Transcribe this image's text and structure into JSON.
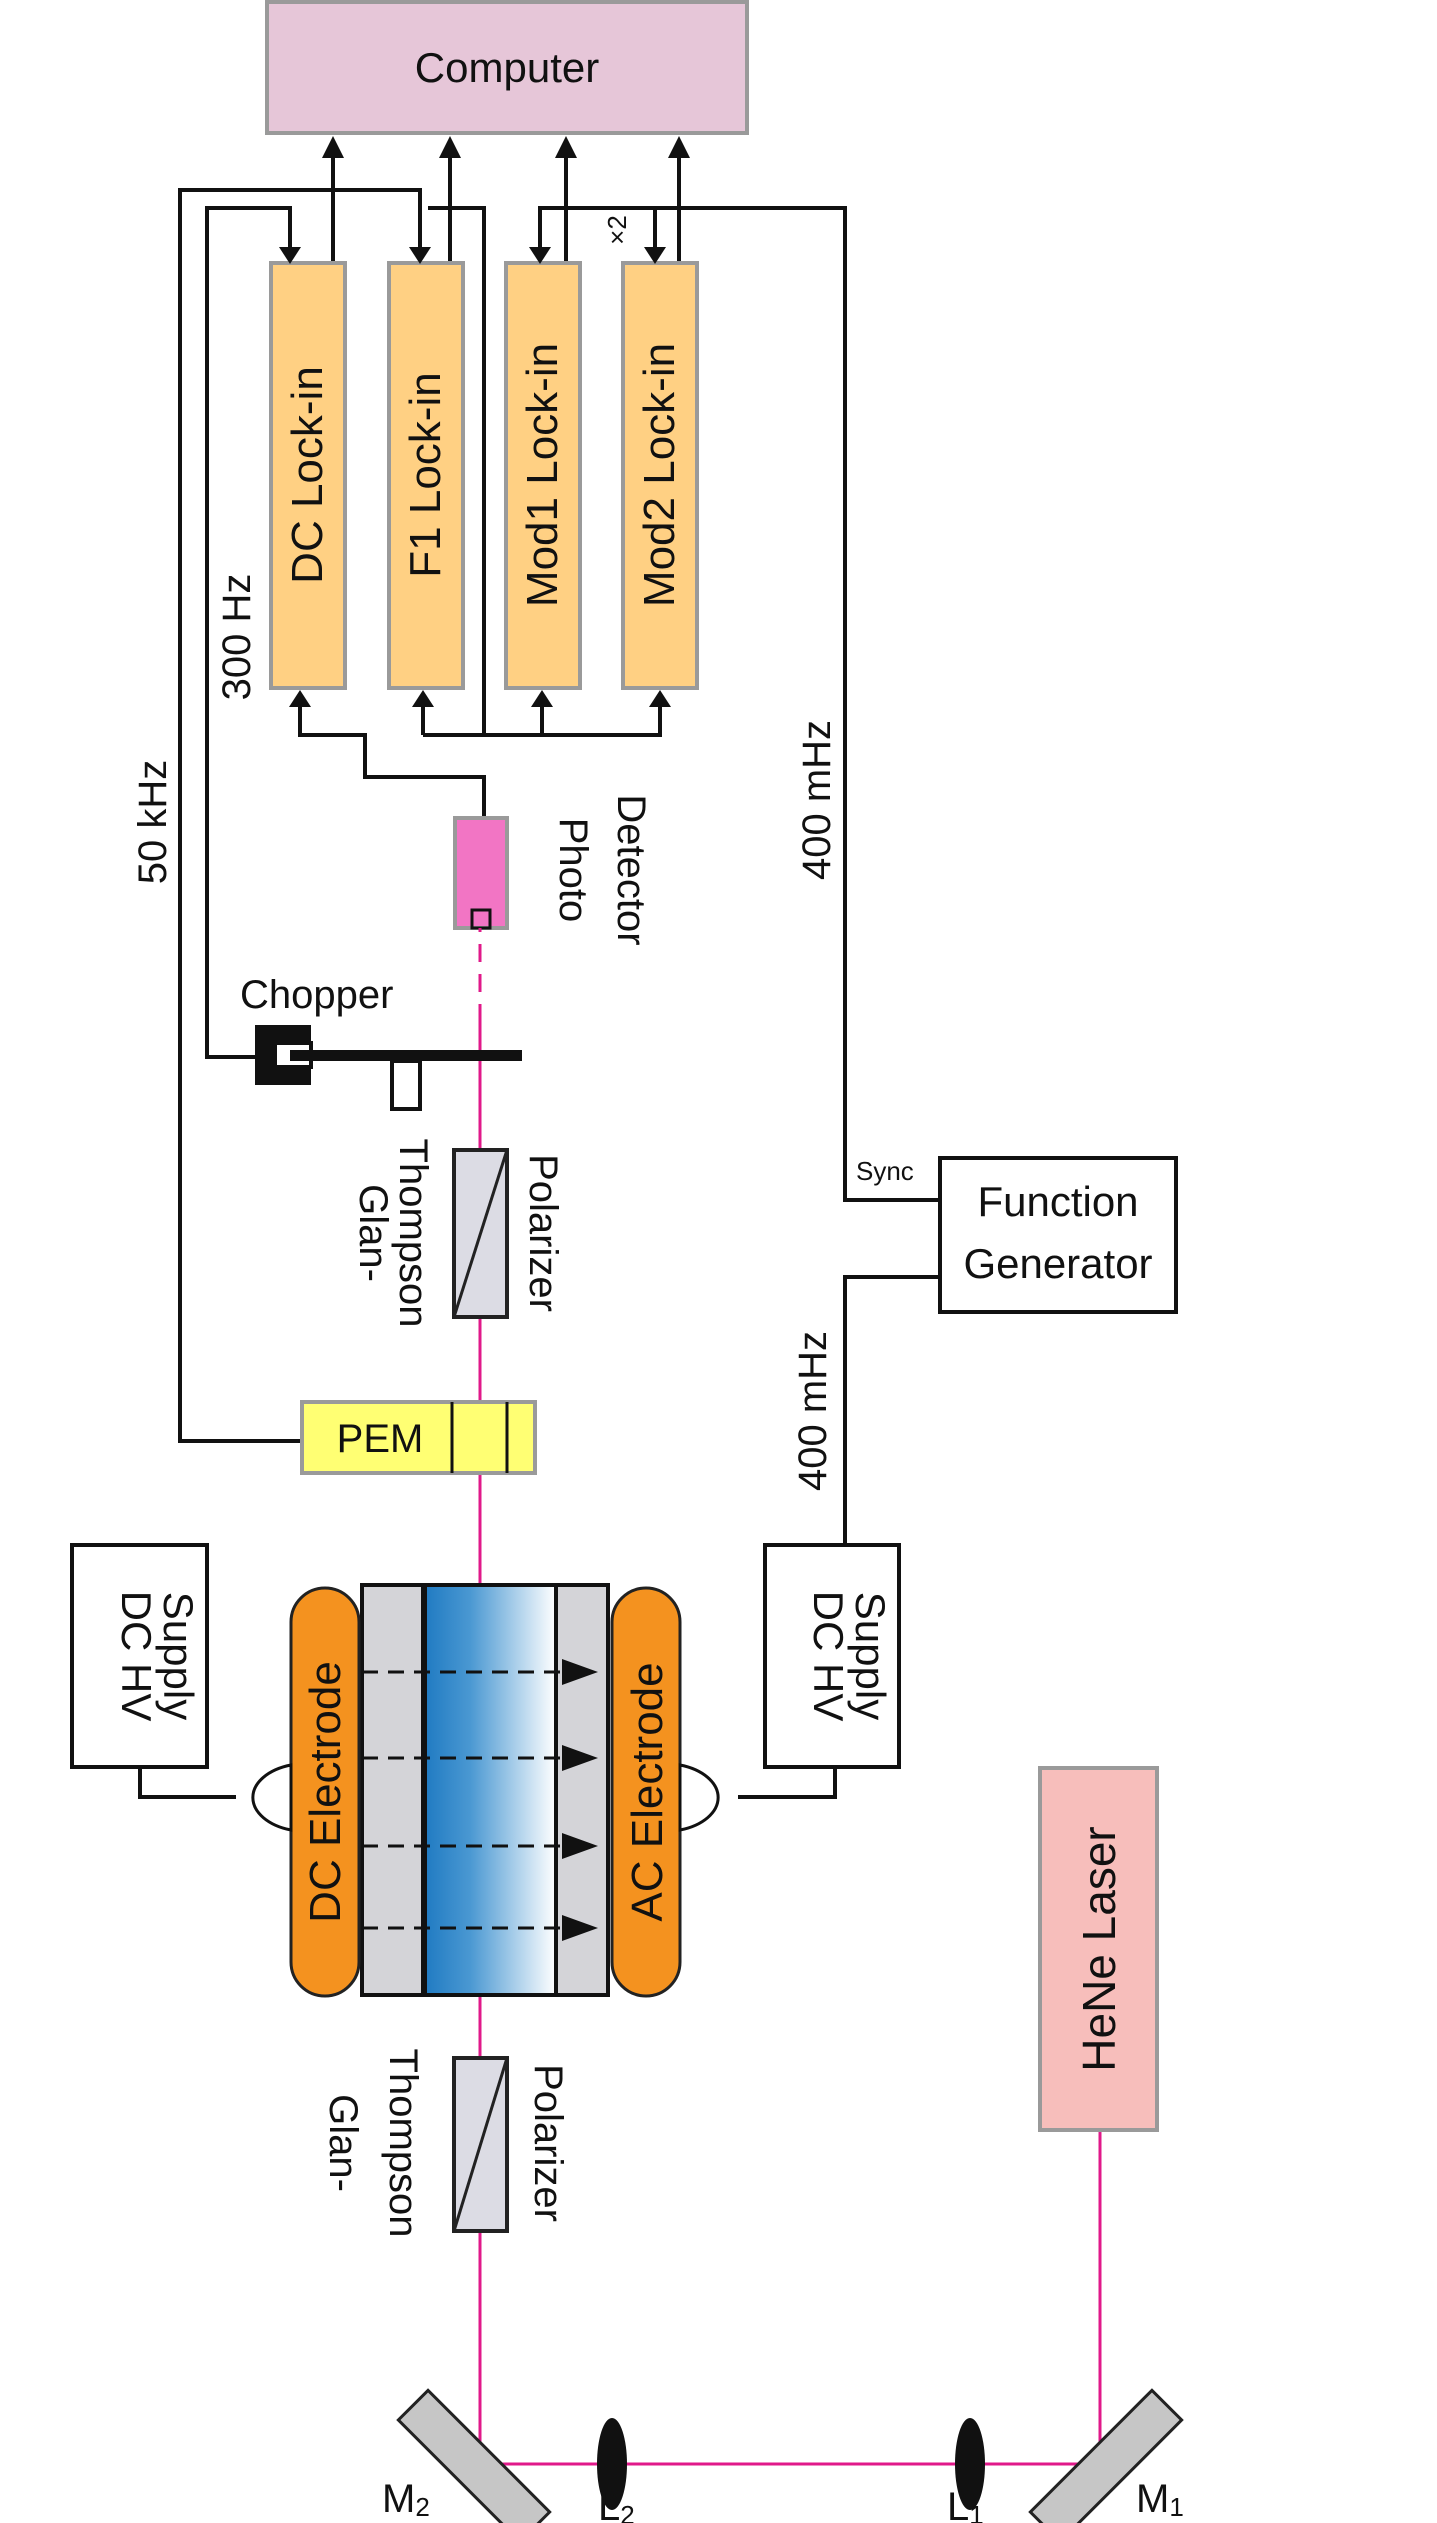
{
  "colors": {
    "computer": "#e6c6d8",
    "lockin": "#ffd083",
    "photodetector": "#f275c4",
    "pem": "#ffff73",
    "electrode": "#f4921f",
    "laser": "#f7bebb",
    "beam": "#e0198a",
    "sample_blue": "#1f7ac2",
    "glass": "#d4d4d8"
  },
  "computer": {
    "label": "Computer"
  },
  "lockins": [
    {
      "label": "DC Lock-in"
    },
    {
      "label": "F1 Lock-in"
    },
    {
      "label": "Mod1 Lock-in"
    },
    {
      "label": "Mod2 Lock-in"
    }
  ],
  "x2_label": "×2",
  "photodetector": {
    "line1": "Photo",
    "line2": "Detector"
  },
  "chopper": {
    "label": "Chopper"
  },
  "polarizer_top": {
    "line1": "Glan-",
    "line2": "Thompson",
    "line3": "Polarizer"
  },
  "pem": {
    "label": "PEM"
  },
  "freq_labels": {
    "f50k": "50 kHz",
    "f300": "300 Hz",
    "f400a": "400 mHz",
    "f400b": "400 mHz"
  },
  "function_generator": {
    "line1": "Function",
    "line2": "Generator",
    "sync": "Sync"
  },
  "hv_left": {
    "line1": "DC HV",
    "line2": "Supply"
  },
  "hv_right": {
    "line1": "DC HV",
    "line2": "Supply"
  },
  "electrodes": {
    "left": "DC Electrode",
    "right": "AC Electrode"
  },
  "polarizer_bottom": {
    "line1": "Glan-",
    "line2": "Thompson",
    "line3": "Polarizer"
  },
  "laser": {
    "label": "HeNe Laser"
  },
  "optics": {
    "m1": "M",
    "m1_sub": "1",
    "m2": "M",
    "m2_sub": "2",
    "l1": "L",
    "l1_sub": "1",
    "l2": "L",
    "l2_sub": "2"
  }
}
